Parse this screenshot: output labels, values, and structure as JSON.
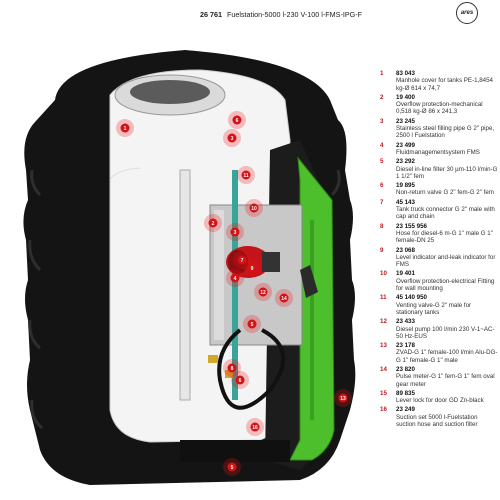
{
  "header": {
    "code": "26 761",
    "title": "Fuelstation-5000 l-230 V-100 l-FMS-IPG-F",
    "logo": "ares"
  },
  "legend": [
    {
      "num": "1",
      "code": "83 043",
      "desc": "Manhole cover for tanks PE-1,8454 kg-Ø 614 x 74,7"
    },
    {
      "num": "2",
      "code": "19 400",
      "desc": "Overflow protection-mechanical 0,518 kg-Ø 86 x 241,3"
    },
    {
      "num": "3",
      "code": "23 245",
      "desc": "Stainless steel filling pipe G 2\" pipe, 2500 l Fuelstation"
    },
    {
      "num": "4",
      "code": "23 499",
      "desc": "Fluidmanagementsystem FMS"
    },
    {
      "num": "5",
      "code": "23 292",
      "desc": "Diesel in-line filter 30 µm-110 l/min-G 1 1/2\" fem"
    },
    {
      "num": "6",
      "code": "19 895",
      "desc": "Non-return valve G 2\" fem-G 2\" fem"
    },
    {
      "num": "7",
      "code": "45 143",
      "desc": "Tank truck connector G 2\" male with cap and chain"
    },
    {
      "num": "8",
      "code": "23 155 956",
      "desc": "Hose for diesel-6 m-G 1\" male G 1\" female-DN 25"
    },
    {
      "num": "9",
      "code": "23 068",
      "desc": "Level indicator and-leak indicator for FMS"
    },
    {
      "num": "10",
      "code": "19 401",
      "desc": "Overflow protection-electrical Fitting for wall mounting"
    },
    {
      "num": "11",
      "code": "45 140 950",
      "desc": "Venting valve-G 2\" male for stationary tanks"
    },
    {
      "num": "12",
      "code": "23 433",
      "desc": "Diesel pump 100 l/min 230 V-1~AC-50 Hz-EUS"
    },
    {
      "num": "13",
      "code": "23 178",
      "desc": "ZVAD-G 1\" female-100 l/min Alu-DG-G 1\" female-G 1\" male"
    },
    {
      "num": "14",
      "code": "23 820",
      "desc": "Pulse meter-G 1\" fem-G 1\" fem oval gear meter"
    },
    {
      "num": "15",
      "code": "89 835",
      "desc": "Lever lock for door GD Zn-black"
    },
    {
      "num": "16",
      "code": "23 249",
      "desc": "Suction set 5000 l-Fuelstation suction hose and suction filter"
    }
  ],
  "markers": [
    {
      "label": "1"
    },
    {
      "label": "6"
    },
    {
      "label": "3"
    },
    {
      "label": "11"
    },
    {
      "label": "10"
    },
    {
      "label": "2"
    },
    {
      "label": "3"
    },
    {
      "label": "7"
    },
    {
      "label": "9"
    },
    {
      "label": "4"
    },
    {
      "label": "12"
    },
    {
      "label": "14"
    },
    {
      "label": "5"
    },
    {
      "label": "8"
    },
    {
      "label": "6"
    },
    {
      "label": "16"
    },
    {
      "label": "13"
    },
    {
      "label": "5"
    }
  ],
  "colors": {
    "tank_black": "#141414",
    "tank_white": "#f4f4f4",
    "door_green": "#4dbf2c",
    "marker_red": "#d21318",
    "legend_number": "#c0161b"
  }
}
